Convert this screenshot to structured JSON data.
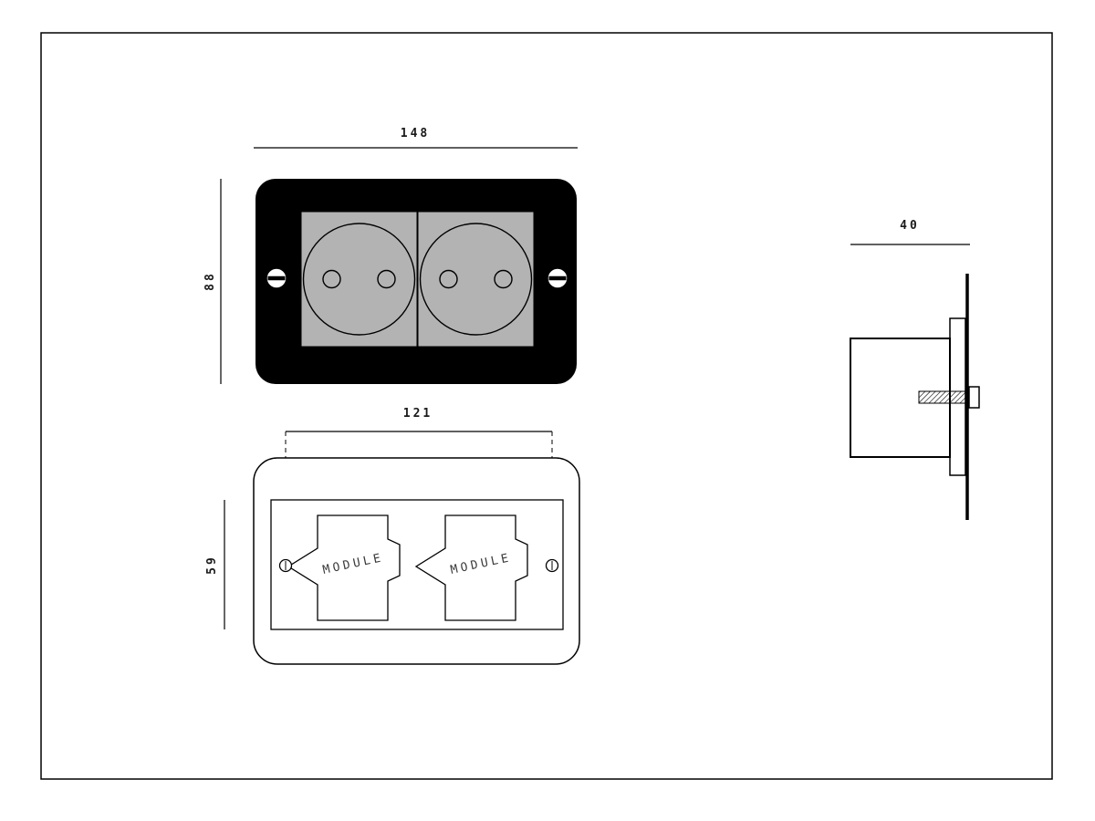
{
  "drawing": {
    "front_view": {
      "width_dim": "148",
      "height_dim": "88"
    },
    "rear_view": {
      "hole_spacing_dim": "121",
      "height_dim": "59",
      "modules": [
        {
          "label": "MODULE"
        },
        {
          "label": "MODULE"
        }
      ]
    },
    "side_view": {
      "depth_dim": "40"
    },
    "colors": {
      "line": "#000000",
      "plate_fill": "#000000",
      "socket_fill": "#b3b3b3",
      "background": "#ffffff"
    }
  }
}
